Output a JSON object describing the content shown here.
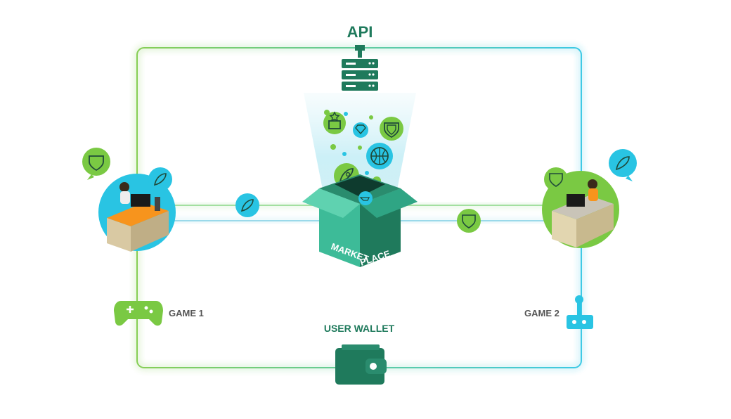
{
  "api": {
    "label": "API"
  },
  "marketplace": {
    "line1": "MARKET",
    "line2": "PLACE"
  },
  "wallet": {
    "label": "USER WALLET"
  },
  "game1": {
    "label": "GAME 1"
  },
  "game2": {
    "label": "GAME 2"
  },
  "colors": {
    "green": "#7ac943",
    "cyan": "#29c4e3",
    "dark_green": "#1f7a5c",
    "teal": "#3dbb98",
    "orange": "#f7941d",
    "label_gray": "#555555"
  }
}
